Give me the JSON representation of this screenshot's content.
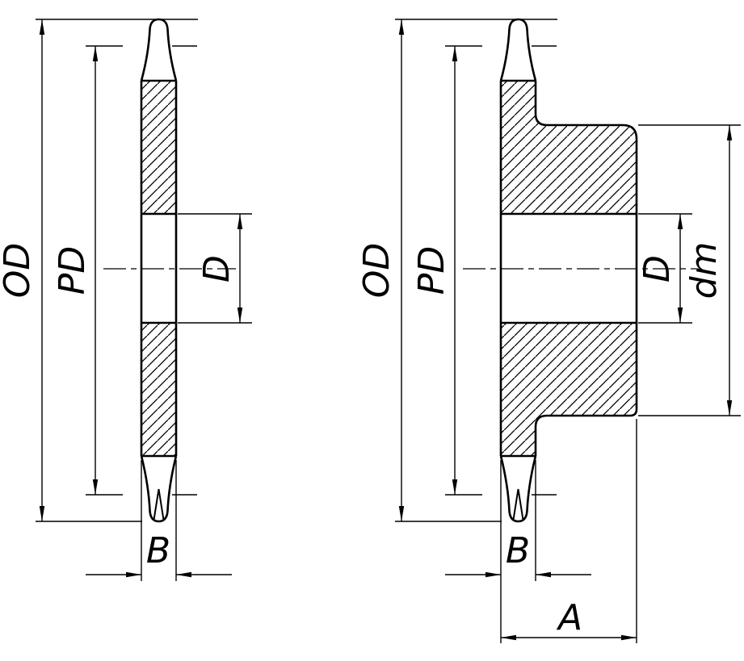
{
  "colors": {
    "background": "#ffffff",
    "line": "#000000",
    "text": "#000000"
  },
  "figures": {
    "left": {
      "labels": {
        "outer_diameter": "OD",
        "pitch_diameter": "PD",
        "bore_diameter": "D",
        "tooth_width": "B"
      }
    },
    "right": {
      "labels": {
        "outer_diameter": "OD",
        "pitch_diameter": "PD",
        "bore_diameter": "D",
        "hub_diameter": "dm",
        "tooth_width": "B",
        "overall_width": "A"
      }
    }
  }
}
